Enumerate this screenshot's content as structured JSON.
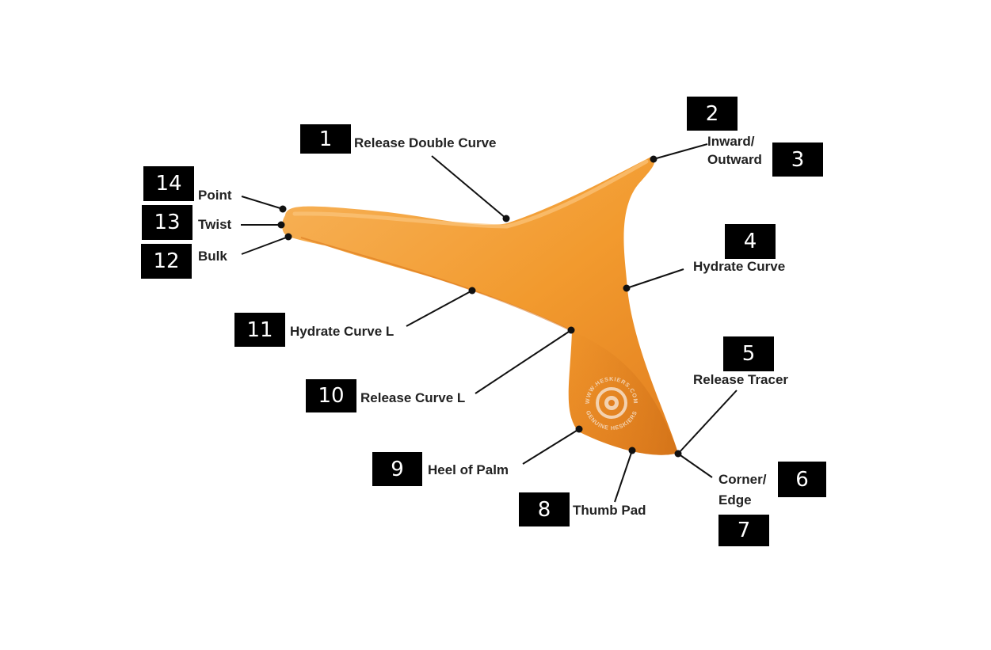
{
  "colors": {
    "tool": "#f29a2e",
    "tool_light": "#f7b35a",
    "tool_dark": "#d9741a",
    "badge_bg": "#000000",
    "badge_text": "#ffffff",
    "label_text": "#222222",
    "leader": "#111111",
    "logo": "#f3d2b0"
  },
  "logo": {
    "text_top": "WWW.HESKIERS.COM",
    "text_bottom": "GENUINE HESKIERS"
  },
  "parts": [
    {
      "id": "release-double-curve",
      "label": "Release Double Curve",
      "numbers": [
        "1"
      ]
    },
    {
      "id": "inward-outward",
      "label_lines": [
        "Inward/",
        "Outward"
      ],
      "numbers": [
        "2",
        "3"
      ]
    },
    {
      "id": "hydrate-curve",
      "label": "Hydrate Curve",
      "numbers": [
        "4"
      ]
    },
    {
      "id": "release-tracer",
      "label": "Release Tracer",
      "numbers": [
        "5"
      ]
    },
    {
      "id": "corner-edge",
      "label_lines": [
        "Corner/",
        "Edge"
      ],
      "numbers": [
        "6",
        "7"
      ]
    },
    {
      "id": "thumb-pad",
      "label": "Thumb Pad",
      "numbers": [
        "8"
      ]
    },
    {
      "id": "heel-of-palm",
      "label": "Heel of Palm",
      "numbers": [
        "9"
      ]
    },
    {
      "id": "release-curve-l",
      "label": "Release Curve L",
      "numbers": [
        "10"
      ]
    },
    {
      "id": "hydrate-curve-l",
      "label": "Hydrate Curve L",
      "numbers": [
        "11"
      ]
    },
    {
      "id": "bulk",
      "label": "Bulk",
      "numbers": [
        "12"
      ]
    },
    {
      "id": "twist",
      "label": "Twist",
      "numbers": [
        "13"
      ]
    },
    {
      "id": "point",
      "label": "Point",
      "numbers": [
        "14"
      ]
    }
  ]
}
